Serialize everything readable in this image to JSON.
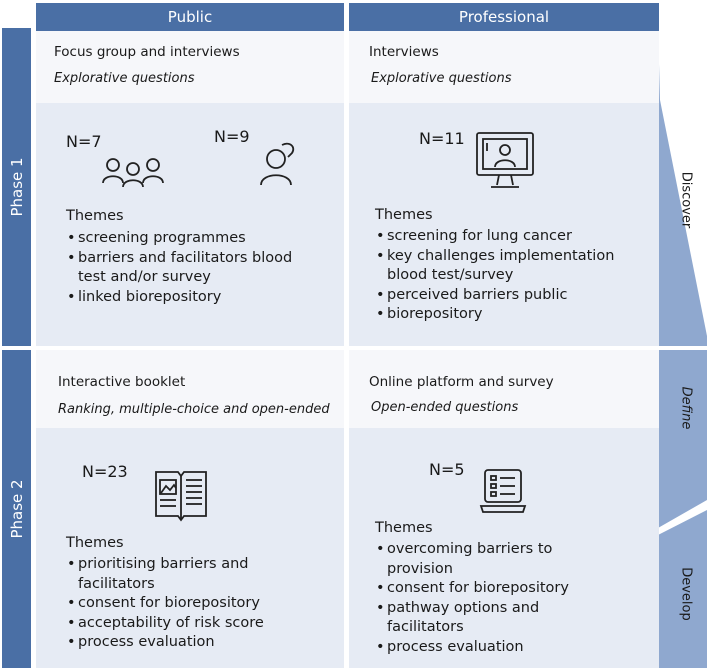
{
  "headers": {
    "public": "Public",
    "professional": "Professional"
  },
  "phase1": {
    "label": "Phase 1",
    "public": {
      "method": "Focus group and interviews",
      "question_type": "Explorative questions",
      "n_group": "N=7",
      "n_individual": "N=9",
      "themes_title": "Themes",
      "themes": [
        "screening programmes",
        "barriers and facilitators blood test and/or survey",
        "linked biorepository"
      ]
    },
    "professional": {
      "method": "Interviews",
      "question_type": "Explorative questions",
      "n": "N=11",
      "themes_title": "Themes",
      "themes": [
        "screening for lung cancer",
        "key challenges implementation blood test/survey",
        "perceived barriers public",
        "biorepository"
      ]
    }
  },
  "phase2": {
    "label": "Phase 2",
    "public": {
      "method": "Interactive booklet",
      "question_type": "Ranking, multiple-choice and open-ended",
      "n": "N=23",
      "themes_title": "Themes",
      "themes": [
        "prioritising barriers and facilitators",
        "consent for biorepository",
        "acceptability of risk score",
        "process evaluation"
      ]
    },
    "professional": {
      "method": "Online platform and survey",
      "question_type": "Open-ended questions",
      "n": "N=5",
      "themes_title": "Themes",
      "themes": [
        "overcoming barriers to provision",
        "consent for biorepository",
        "pathway options and facilitators",
        "process evaluation"
      ]
    }
  },
  "stages": {
    "discover": "Discover",
    "define": "Define",
    "develop": "Develop"
  },
  "icons": [
    "group-icon",
    "person-icon",
    "computer-video-icon",
    "booklet-icon",
    "laptop-survey-icon"
  ],
  "colors": {
    "header": "#4a6fa5",
    "cell_light": "#f6f7fa",
    "cell_blue": "#e6ebf4",
    "arrow": "#8fa8cf"
  }
}
